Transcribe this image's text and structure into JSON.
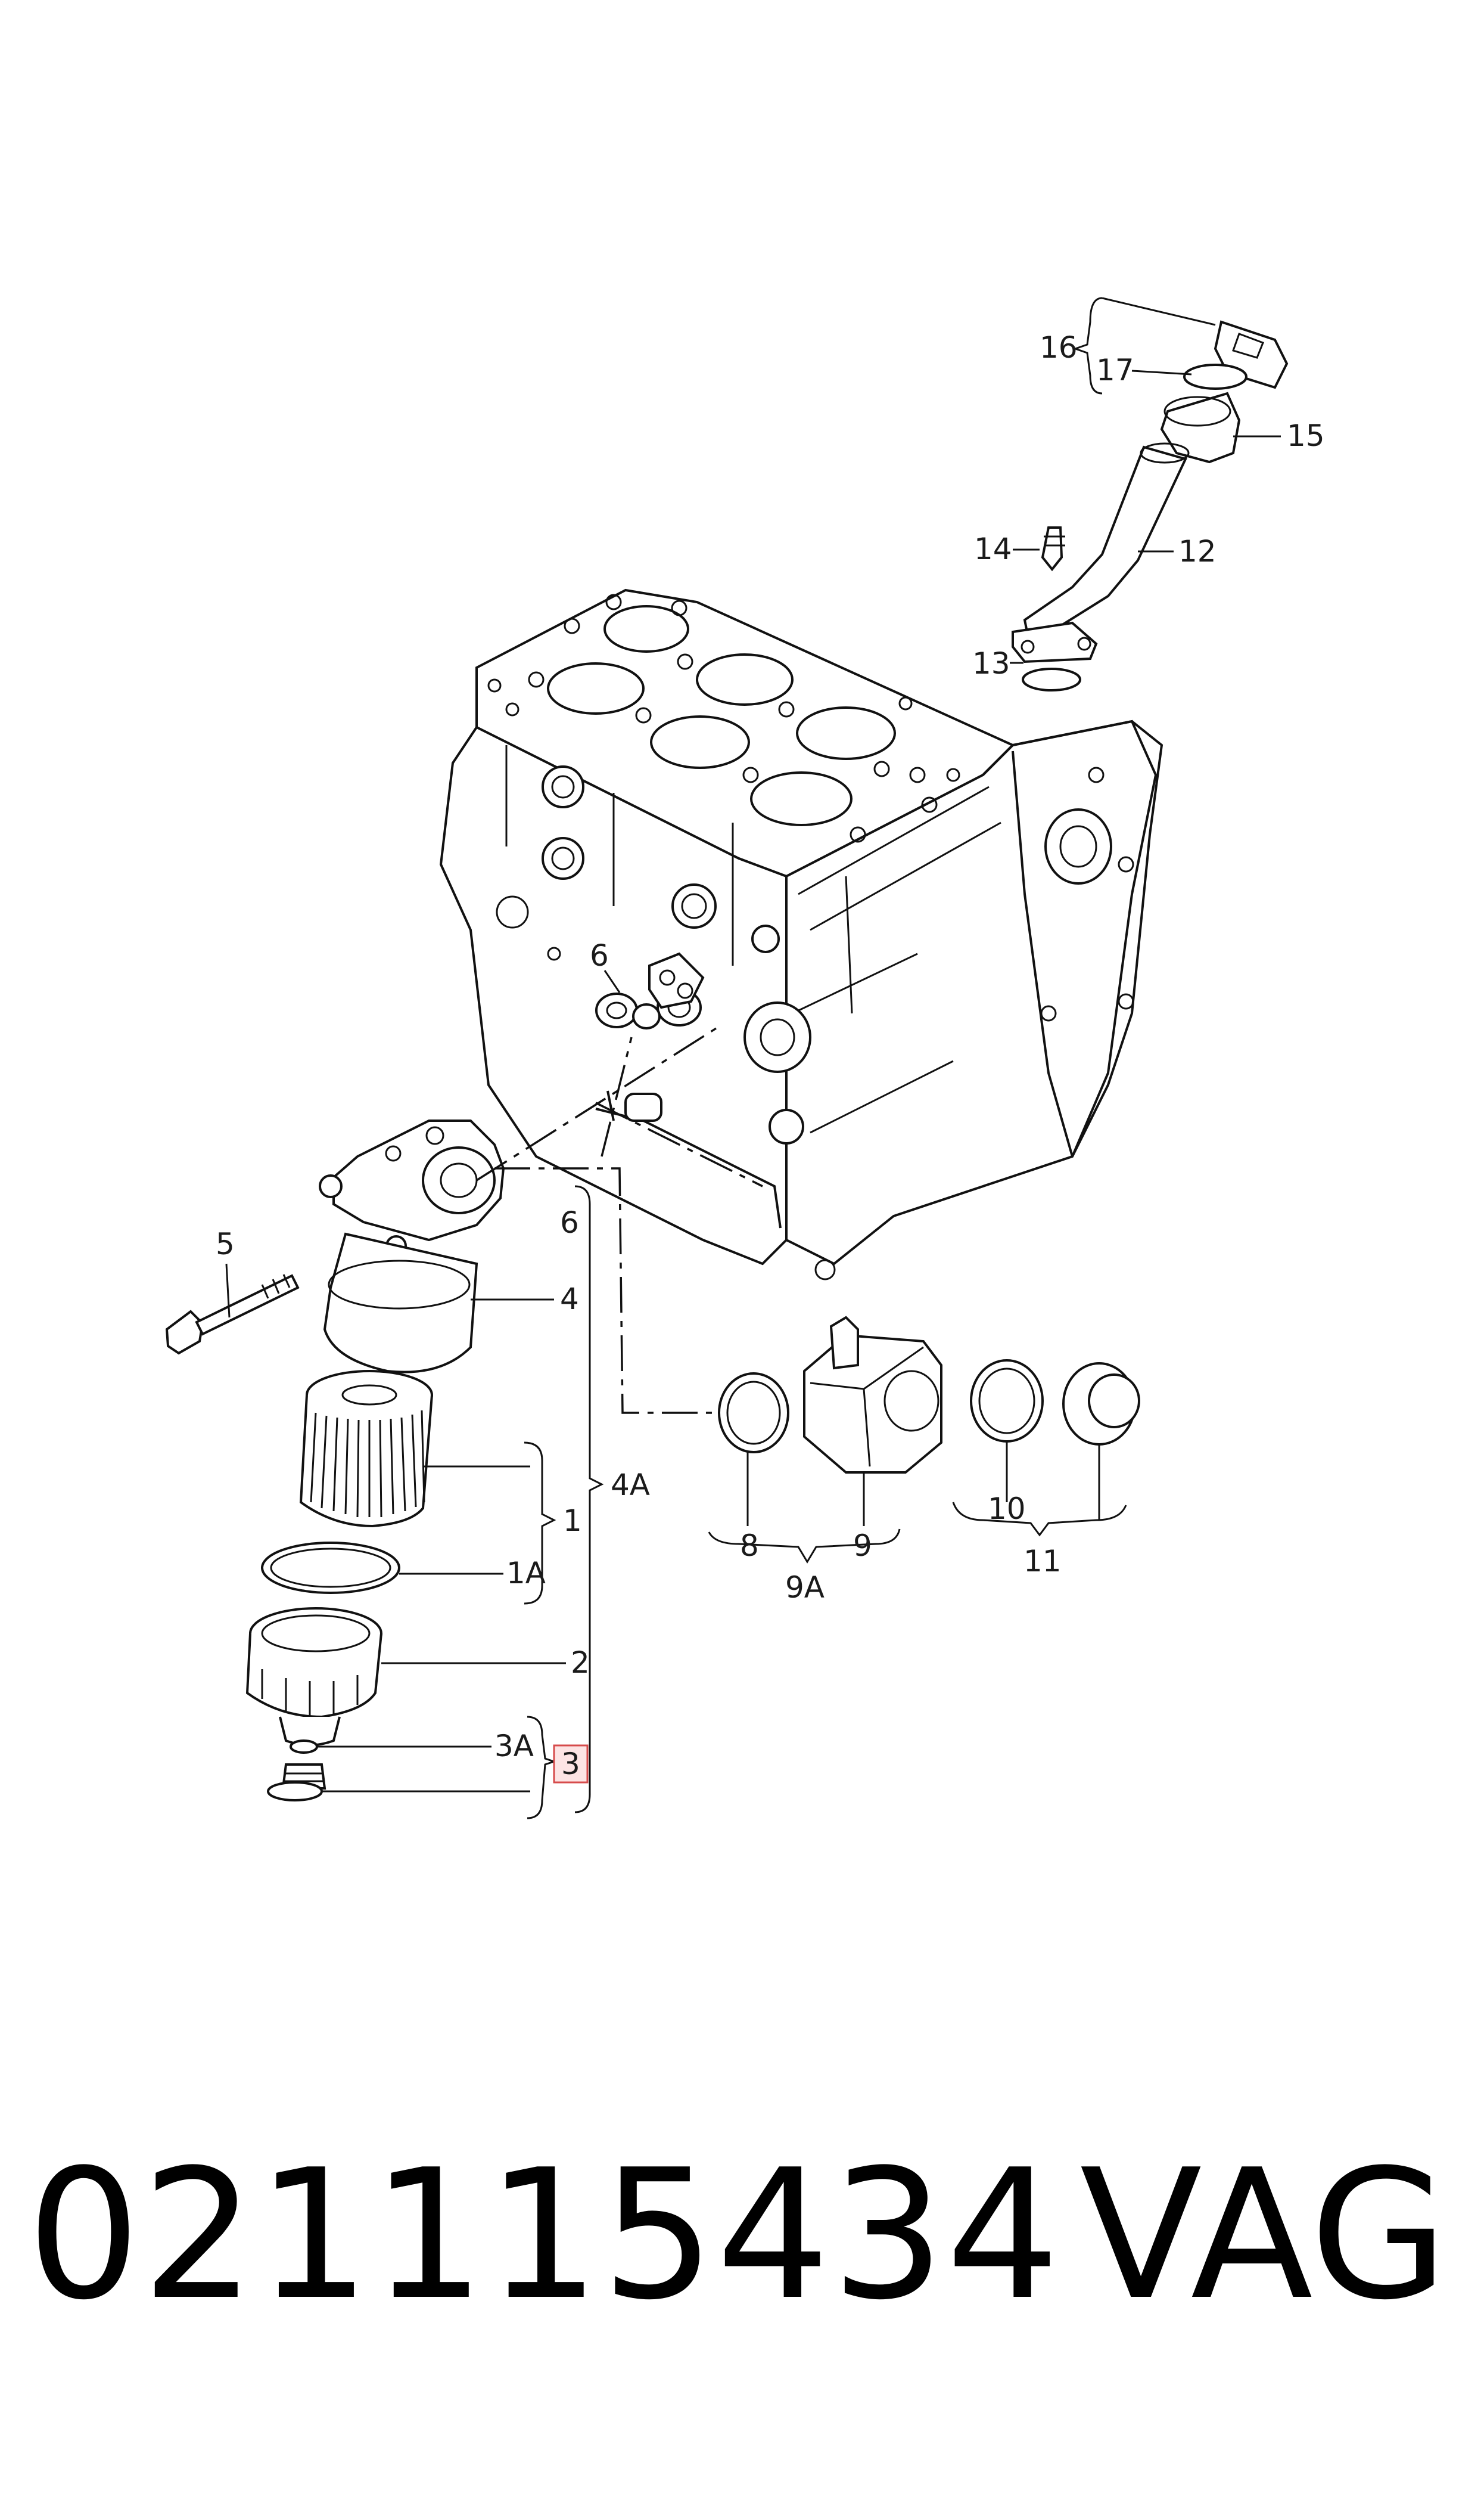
{
  "footer": {
    "part_number": "021115434",
    "brand": "VAG"
  },
  "colors": {
    "line": "#111111",
    "highlight_fill": "#fde4e4",
    "highlight_stroke": "#d64b4b"
  },
  "callouts": {
    "c1": "1",
    "c1a": "1A",
    "c2": "2",
    "c3": "3",
    "c3a": "3A",
    "c4": "4",
    "c4a": "4A",
    "c5": "5",
    "c6a": "6",
    "c6b": "6",
    "c8": "8",
    "c9": "9",
    "c9a": "9A",
    "c10": "10",
    "c11": "11",
    "c12": "12",
    "c13": "13",
    "c14": "14",
    "c15": "15",
    "c16": "16",
    "c17": "17"
  },
  "highlighted_callout": "3"
}
